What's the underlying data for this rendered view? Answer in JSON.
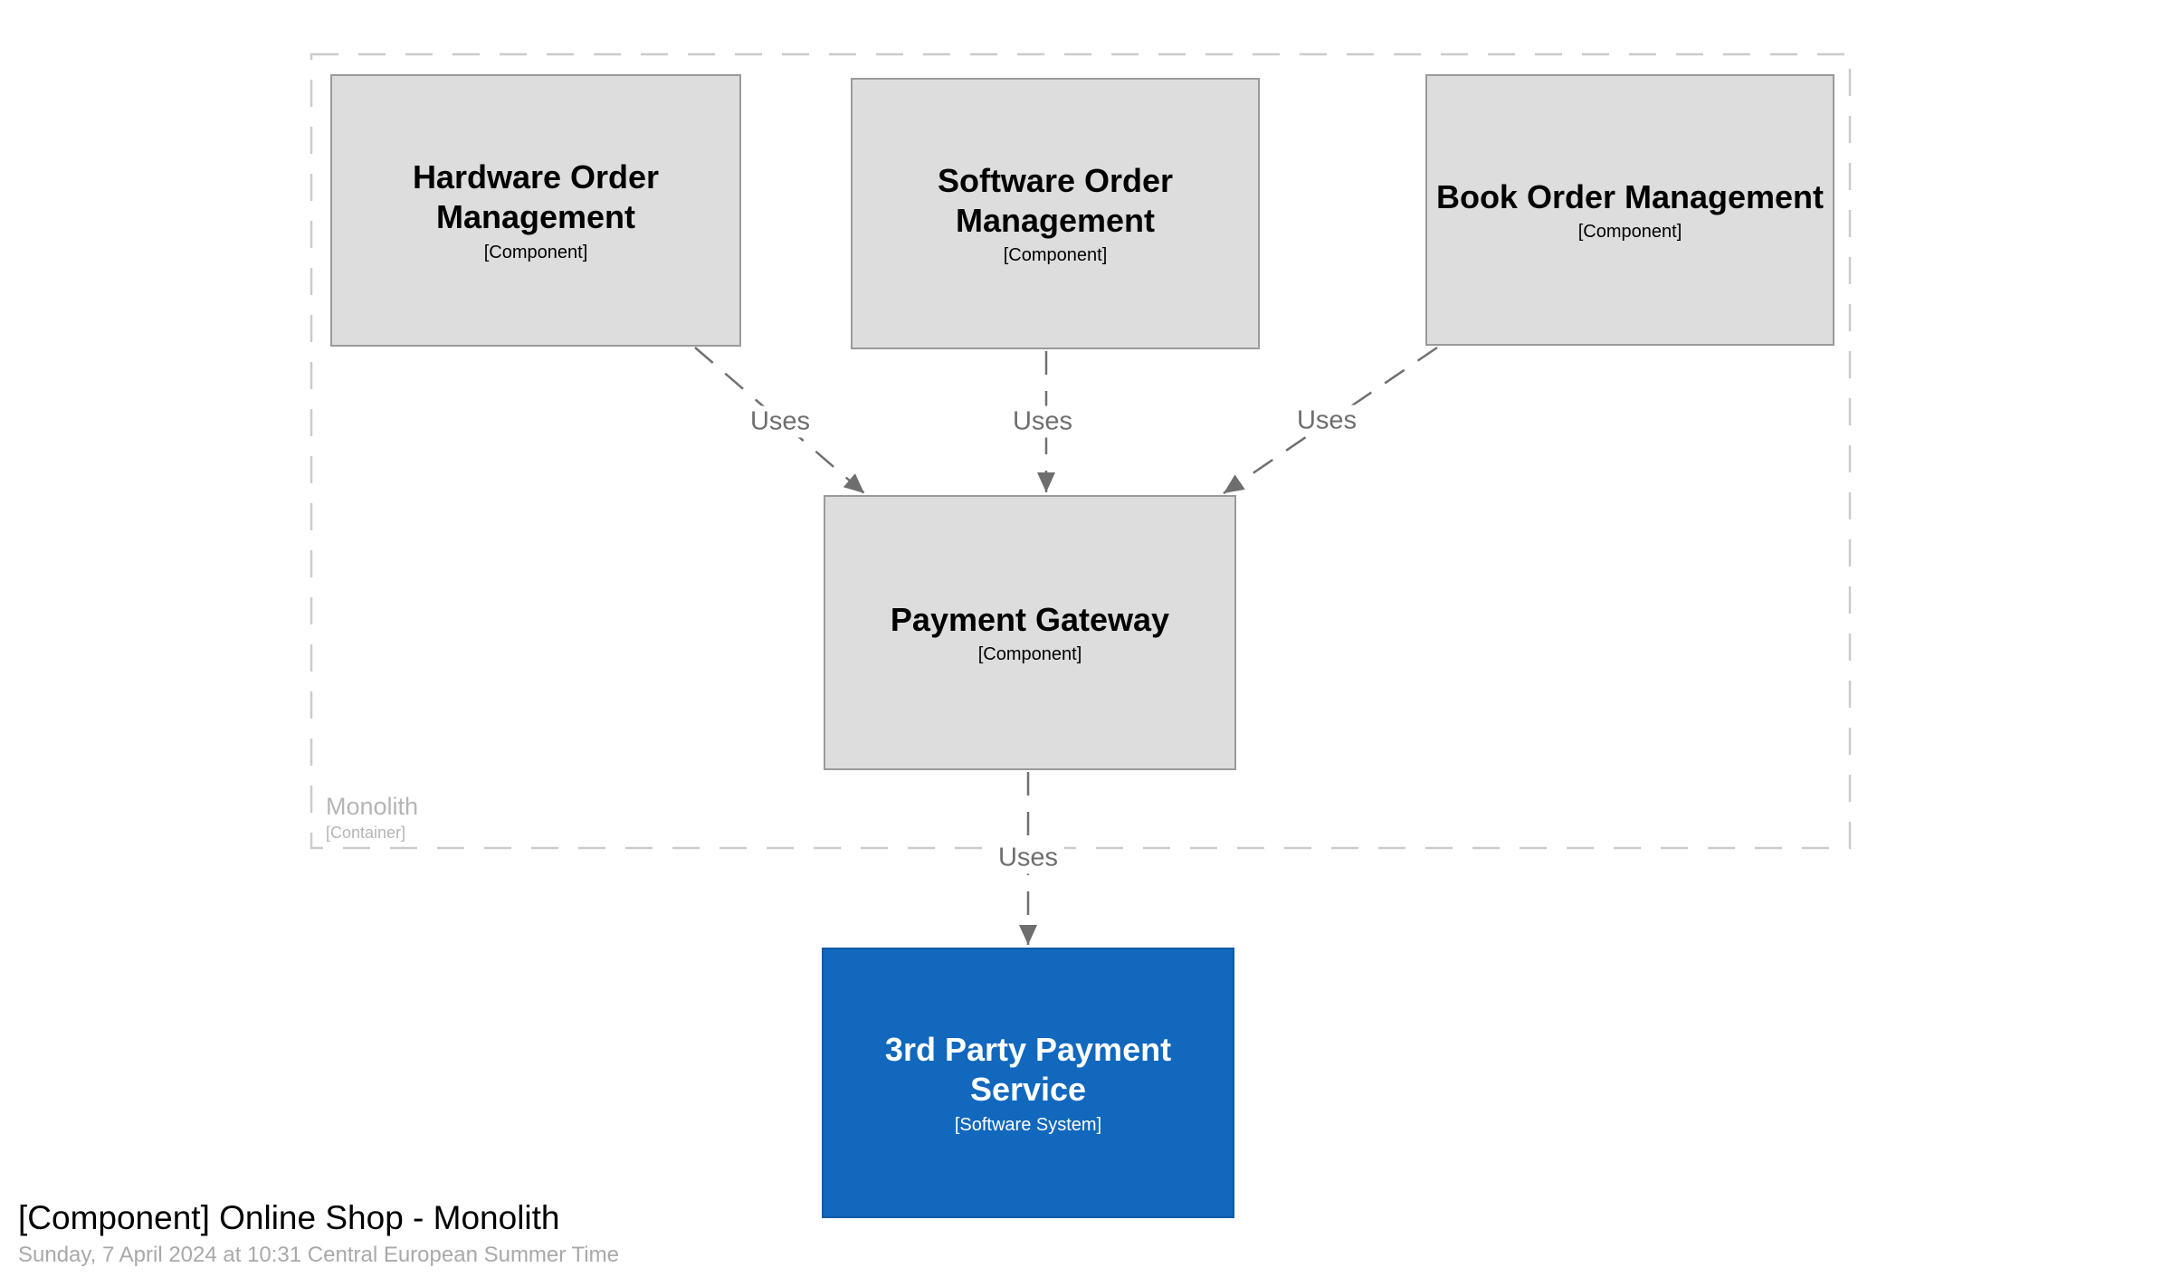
{
  "diagram": {
    "title": "[Component] Online Shop - Monolith",
    "subtitle": "Sunday, 7 April 2024 at 10:31 Central European Summer Time"
  },
  "boundary": {
    "name": "Monolith",
    "type": "[Container]"
  },
  "nodes": {
    "hardware": {
      "name": "Hardware Order Management",
      "meta": "[Component]"
    },
    "software": {
      "name": "Software Order Management",
      "meta": "[Component]"
    },
    "book": {
      "name": "Book Order Management",
      "meta": "[Component]"
    },
    "payment": {
      "name": "Payment Gateway",
      "meta": "[Component]"
    },
    "thirdparty": {
      "name": "3rd Party Payment Service",
      "meta": "[Software System]"
    }
  },
  "relationships": [
    {
      "from": "Hardware Order Management",
      "to": "Payment Gateway",
      "label": "Uses"
    },
    {
      "from": "Software Order Management",
      "to": "Payment Gateway",
      "label": "Uses"
    },
    {
      "from": "Book Order Management",
      "to": "Payment Gateway",
      "label": "Uses"
    },
    {
      "from": "Payment Gateway",
      "to": "3rd Party Payment Service",
      "label": "Uses"
    }
  ],
  "colors": {
    "component_fill": "#dddddd",
    "component_border": "#9a9a9a",
    "component_text": "#000000",
    "software_system_fill": "#1168bd",
    "software_system_border": "#0d5aa7",
    "software_system_text": "#ffffff",
    "relationship_line": "#707070",
    "relationship_text": "#6e6e6e",
    "boundary_border": "#cbcbcb",
    "boundary_text": "#b5b5b5",
    "title_text": "#000000",
    "subtitle_text": "#a9a9a9"
  }
}
